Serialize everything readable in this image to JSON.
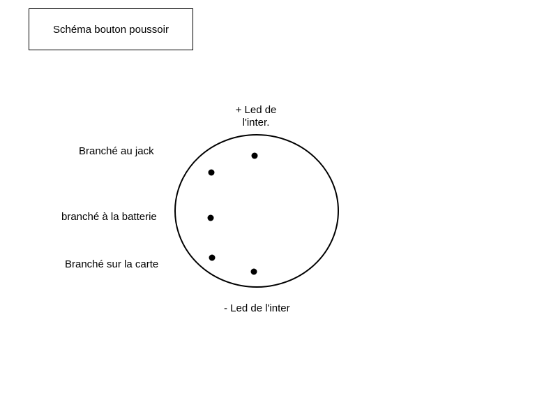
{
  "title": "Schéma bouton poussoir",
  "labels": {
    "led_plus_line1": "+ Led de",
    "led_plus_line2": "l'inter.",
    "jack": "Branché au jack",
    "battery": "branché à la batterie",
    "card": "Branché sur la carte",
    "led_minus": "- Led de l'inter"
  },
  "colors": {
    "stroke": "#000000",
    "background": "#ffffff"
  }
}
